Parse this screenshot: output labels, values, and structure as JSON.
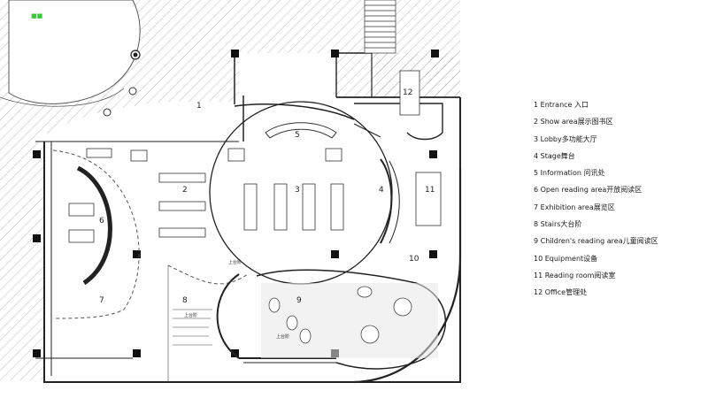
{
  "plan": {
    "room_labels": {
      "entrance": "1",
      "show_area": "2",
      "lobby": "3",
      "stage": "4",
      "information": "5",
      "open_reading": "6",
      "exhibition": "7",
      "stairs": "8",
      "childrens_reading": "9",
      "equipment": "10",
      "reading_room": "11",
      "office": "12"
    },
    "stair_notes": [
      "上台阶",
      "上台阶",
      "上台阶"
    ]
  },
  "legend": {
    "items": [
      "1 Entrance 入口",
      "2 Show area展示图书区",
      "3 Lobby多功能大厅",
      "4 Stage舞台",
      "5 Information 问讯处",
      "6 Open reading area开放阅读区",
      "7 Exhibition area展览区",
      "8 Stairs大台阶",
      "9 Children's reading area儿童阅读区",
      "10 Equipment设备",
      "11 Reading room阅读室",
      "12  Office管理处"
    ]
  }
}
